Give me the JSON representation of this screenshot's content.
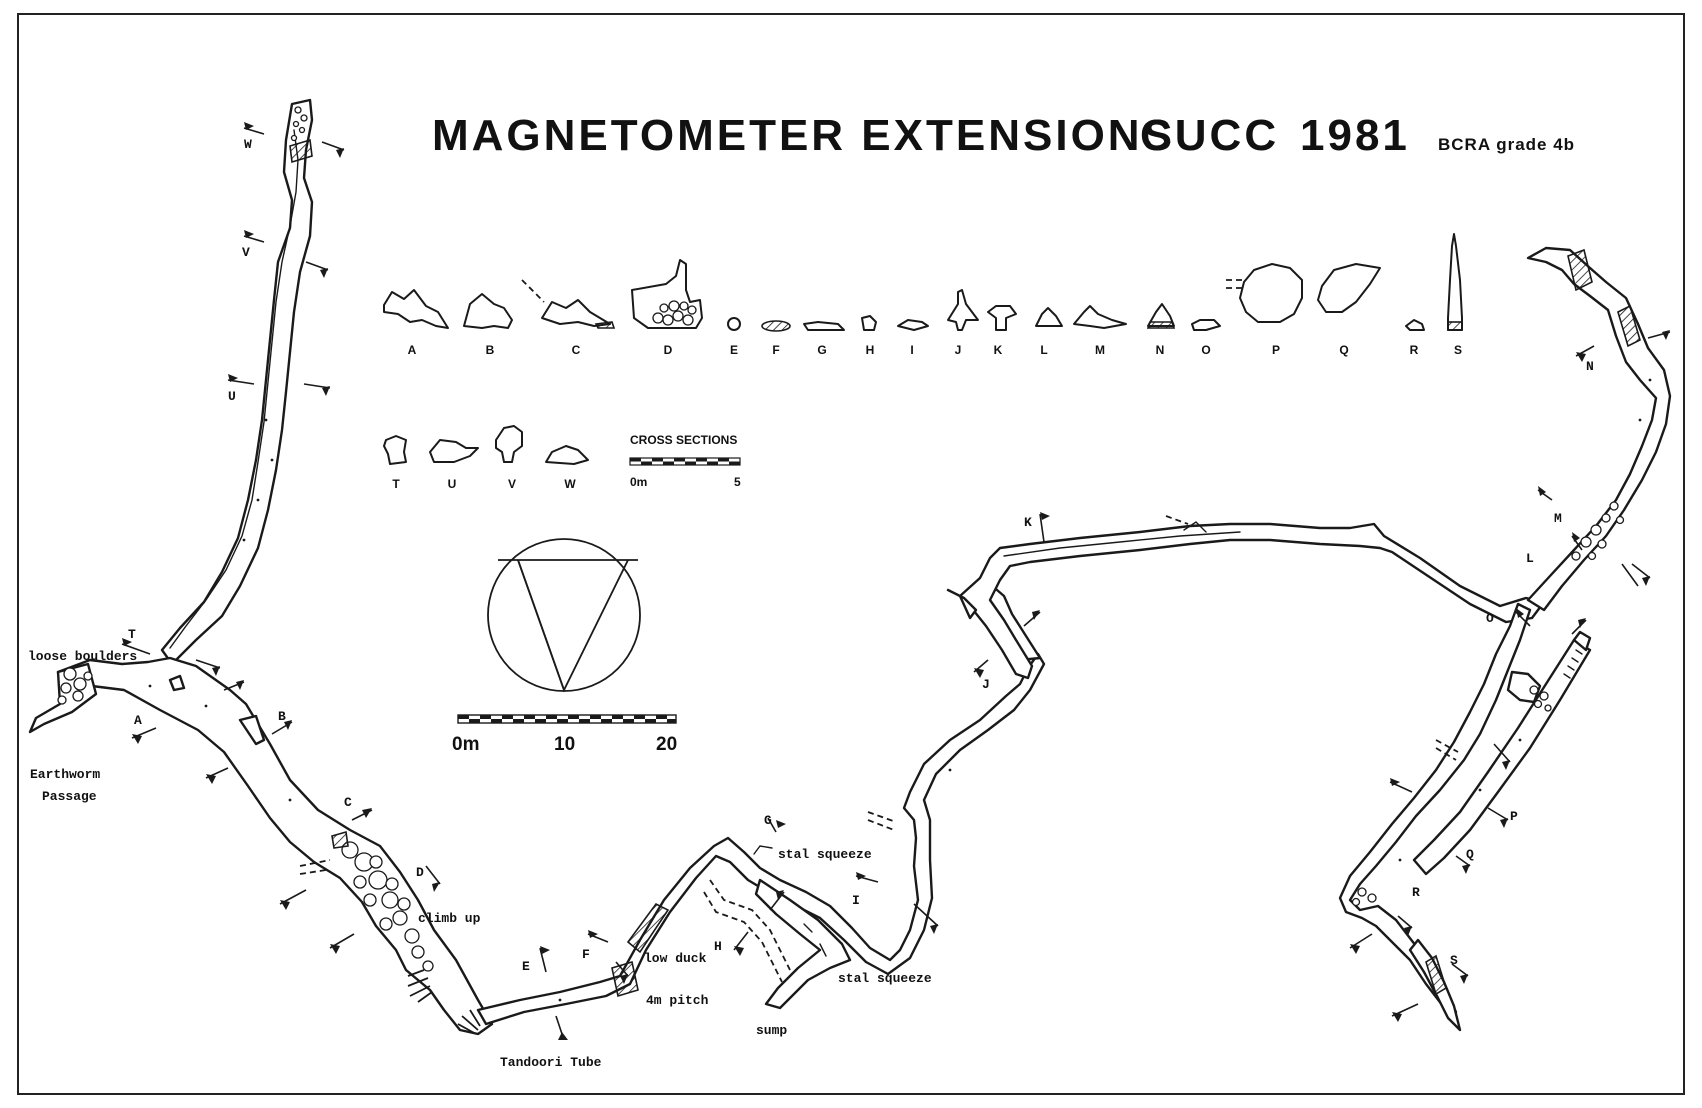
{
  "title": {
    "name": "MAGNETOMETER EXTENSIONS",
    "club": "CUCC",
    "year": "1981",
    "grade": "BCRA grade 4b"
  },
  "cross_sections": {
    "heading": "CROSS SECTIONS",
    "scale_start": "0m",
    "scale_end": "5",
    "row1": [
      "A",
      "B",
      "C",
      "D",
      "E",
      "F",
      "G",
      "H",
      "I",
      "J",
      "K",
      "L",
      "M",
      "N",
      "O",
      "P",
      "Q",
      "R",
      "S"
    ],
    "row2": [
      "T",
      "U",
      "V",
      "W"
    ]
  },
  "plan_scale": {
    "start": "0m",
    "mid": "10",
    "end": "20"
  },
  "station_labels": {
    "A": "A",
    "B": "B",
    "C": "C",
    "D": "D",
    "E": "E",
    "F": "F",
    "G": "G",
    "H": "H",
    "I": "I",
    "J": "J",
    "K": "K",
    "L": "L",
    "M": "M",
    "N": "N",
    "O": "O",
    "P": "P",
    "Q": "Q",
    "R": "R",
    "S": "S",
    "T": "T",
    "U": "U",
    "V": "V",
    "W": "W"
  },
  "annotations": {
    "loose_boulders": "loose boulders",
    "earthworm_1": "Earthworm",
    "earthworm_2": "Passage",
    "climb_up": "climb up",
    "tandoori_tube": "Tandoori Tube",
    "low_duck": "low duck",
    "pitch": "4m pitch",
    "stal_squeeze_upper": "stal squeeze",
    "stal_squeeze_lower": "stal squeeze",
    "sump": "sump"
  },
  "colors": {
    "ink": "#1a1a1a",
    "paper": "#ffffff"
  }
}
